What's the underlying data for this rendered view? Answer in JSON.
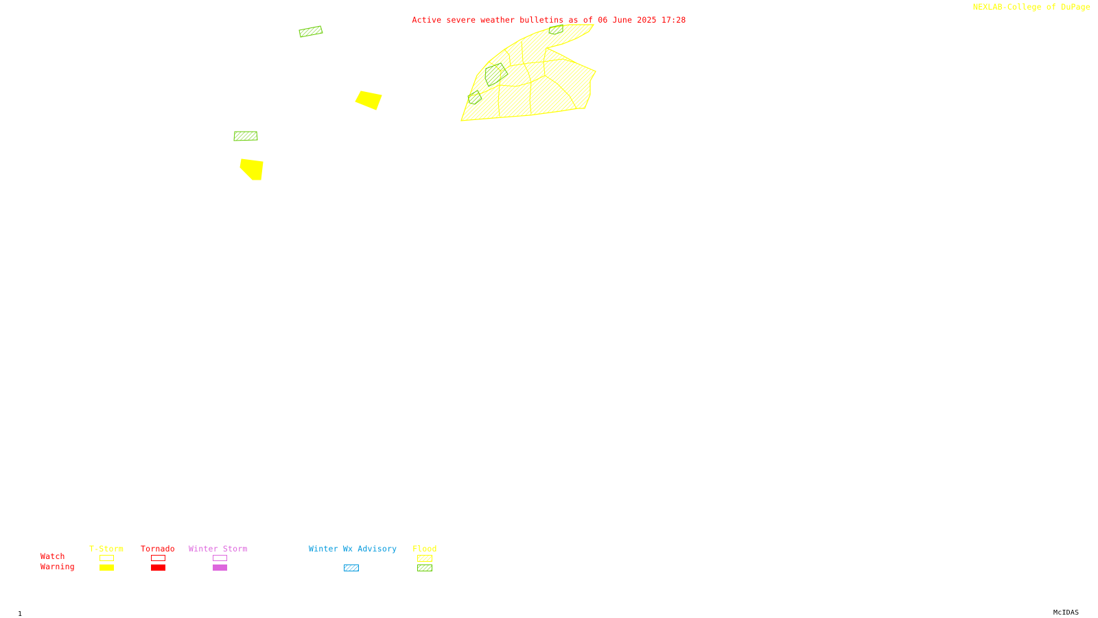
{
  "header": {
    "title": "Active severe weather bulletins as of 06 June 2025 17:28",
    "credit": "NEXLAB-College of DuPage",
    "title_color": "#ff0000",
    "credit_color": "#ffff00"
  },
  "footer": {
    "frame_number": "1",
    "software": "McIDAS"
  },
  "map": {
    "background": "#ffffff",
    "areas": [
      {
        "type": "Flood",
        "status": "Watch",
        "fill": "hatched",
        "color": "#ffff00"
      },
      {
        "type": "Flood",
        "status": "Warning",
        "fill": "hatched",
        "color": "#66cc00"
      },
      {
        "type": "T-Storm",
        "status": "Warning",
        "fill": "solid",
        "color": "#ffff00"
      }
    ]
  },
  "legend": {
    "rows": {
      "watch": "Watch",
      "warning": "Warning",
      "color": "#ff0000"
    },
    "categories": [
      {
        "name": "T-Storm",
        "color": "#ffff00",
        "watch": "outline",
        "warning": "solid"
      },
      {
        "name": "Tornado",
        "color": "#ff0000",
        "watch": "outline",
        "warning": "solid"
      },
      {
        "name": "Winter Storm",
        "color": "#dd66dd",
        "watch": "outline",
        "warning": "solid"
      },
      {
        "name": "Winter Wx Advisory",
        "color": "#0099dd",
        "watch": "none",
        "warning": "hatched"
      },
      {
        "name": "Flood",
        "color_watch": "#ffff00",
        "color": "#66cc00",
        "watch": "hatched",
        "warning": "hatched"
      }
    ]
  }
}
